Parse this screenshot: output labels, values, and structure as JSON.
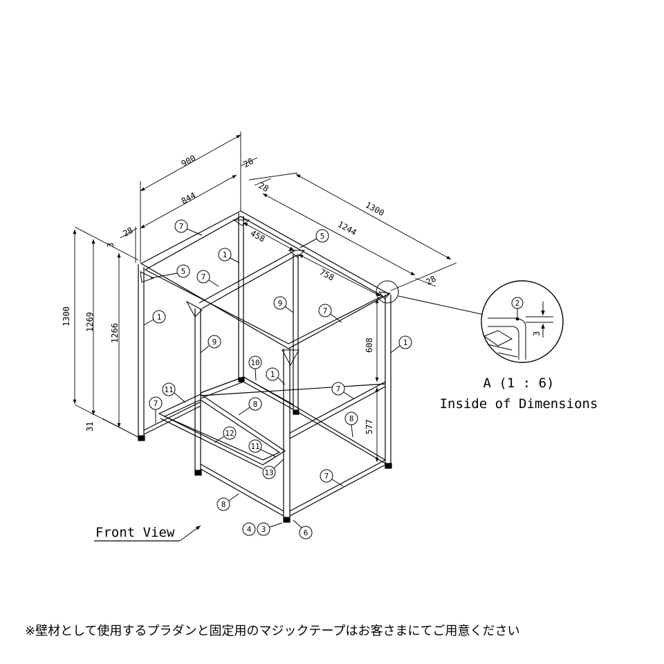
{
  "dimensions": {
    "d900": "900",
    "d844": "844",
    "d28_a": "28",
    "d28_b": "28",
    "d28_c": "28",
    "d28_d": "28",
    "d1300_depth": "1300",
    "d1244": "1244",
    "d458": "458",
    "d758": "758",
    "d1300_h": "1300",
    "d1269": "1269",
    "d1266": "1266",
    "d3": "3",
    "d31": "31",
    "d608": "608",
    "d577": "577"
  },
  "balloons": {
    "b7_1": "7",
    "b5_1": "5",
    "b7_2": "7",
    "b1_1": "1",
    "b5_2": "5",
    "b1_2": "1",
    "b9_1": "9",
    "b7_3": "7",
    "b1_3": "1",
    "b9_2": "9",
    "b10": "10",
    "b1_4": "1",
    "b7_4": "7",
    "b11_1": "11",
    "b7_5": "7",
    "b8_1": "8",
    "b8_2": "8",
    "b12": "12",
    "b11_2": "11",
    "b13": "13",
    "b7_6": "7",
    "b8_3": "8",
    "b4": "4",
    "b3": "3",
    "b6": "6"
  },
  "detail": {
    "balloon": "2",
    "dim": "3",
    "title": "A (1 : 6)",
    "subtitle": "Inside of Dimensions"
  },
  "front_view_label": "Front View",
  "note": "※壁材として使用するプラダンと固定用のマジックテープはお客さまにてご用意ください"
}
